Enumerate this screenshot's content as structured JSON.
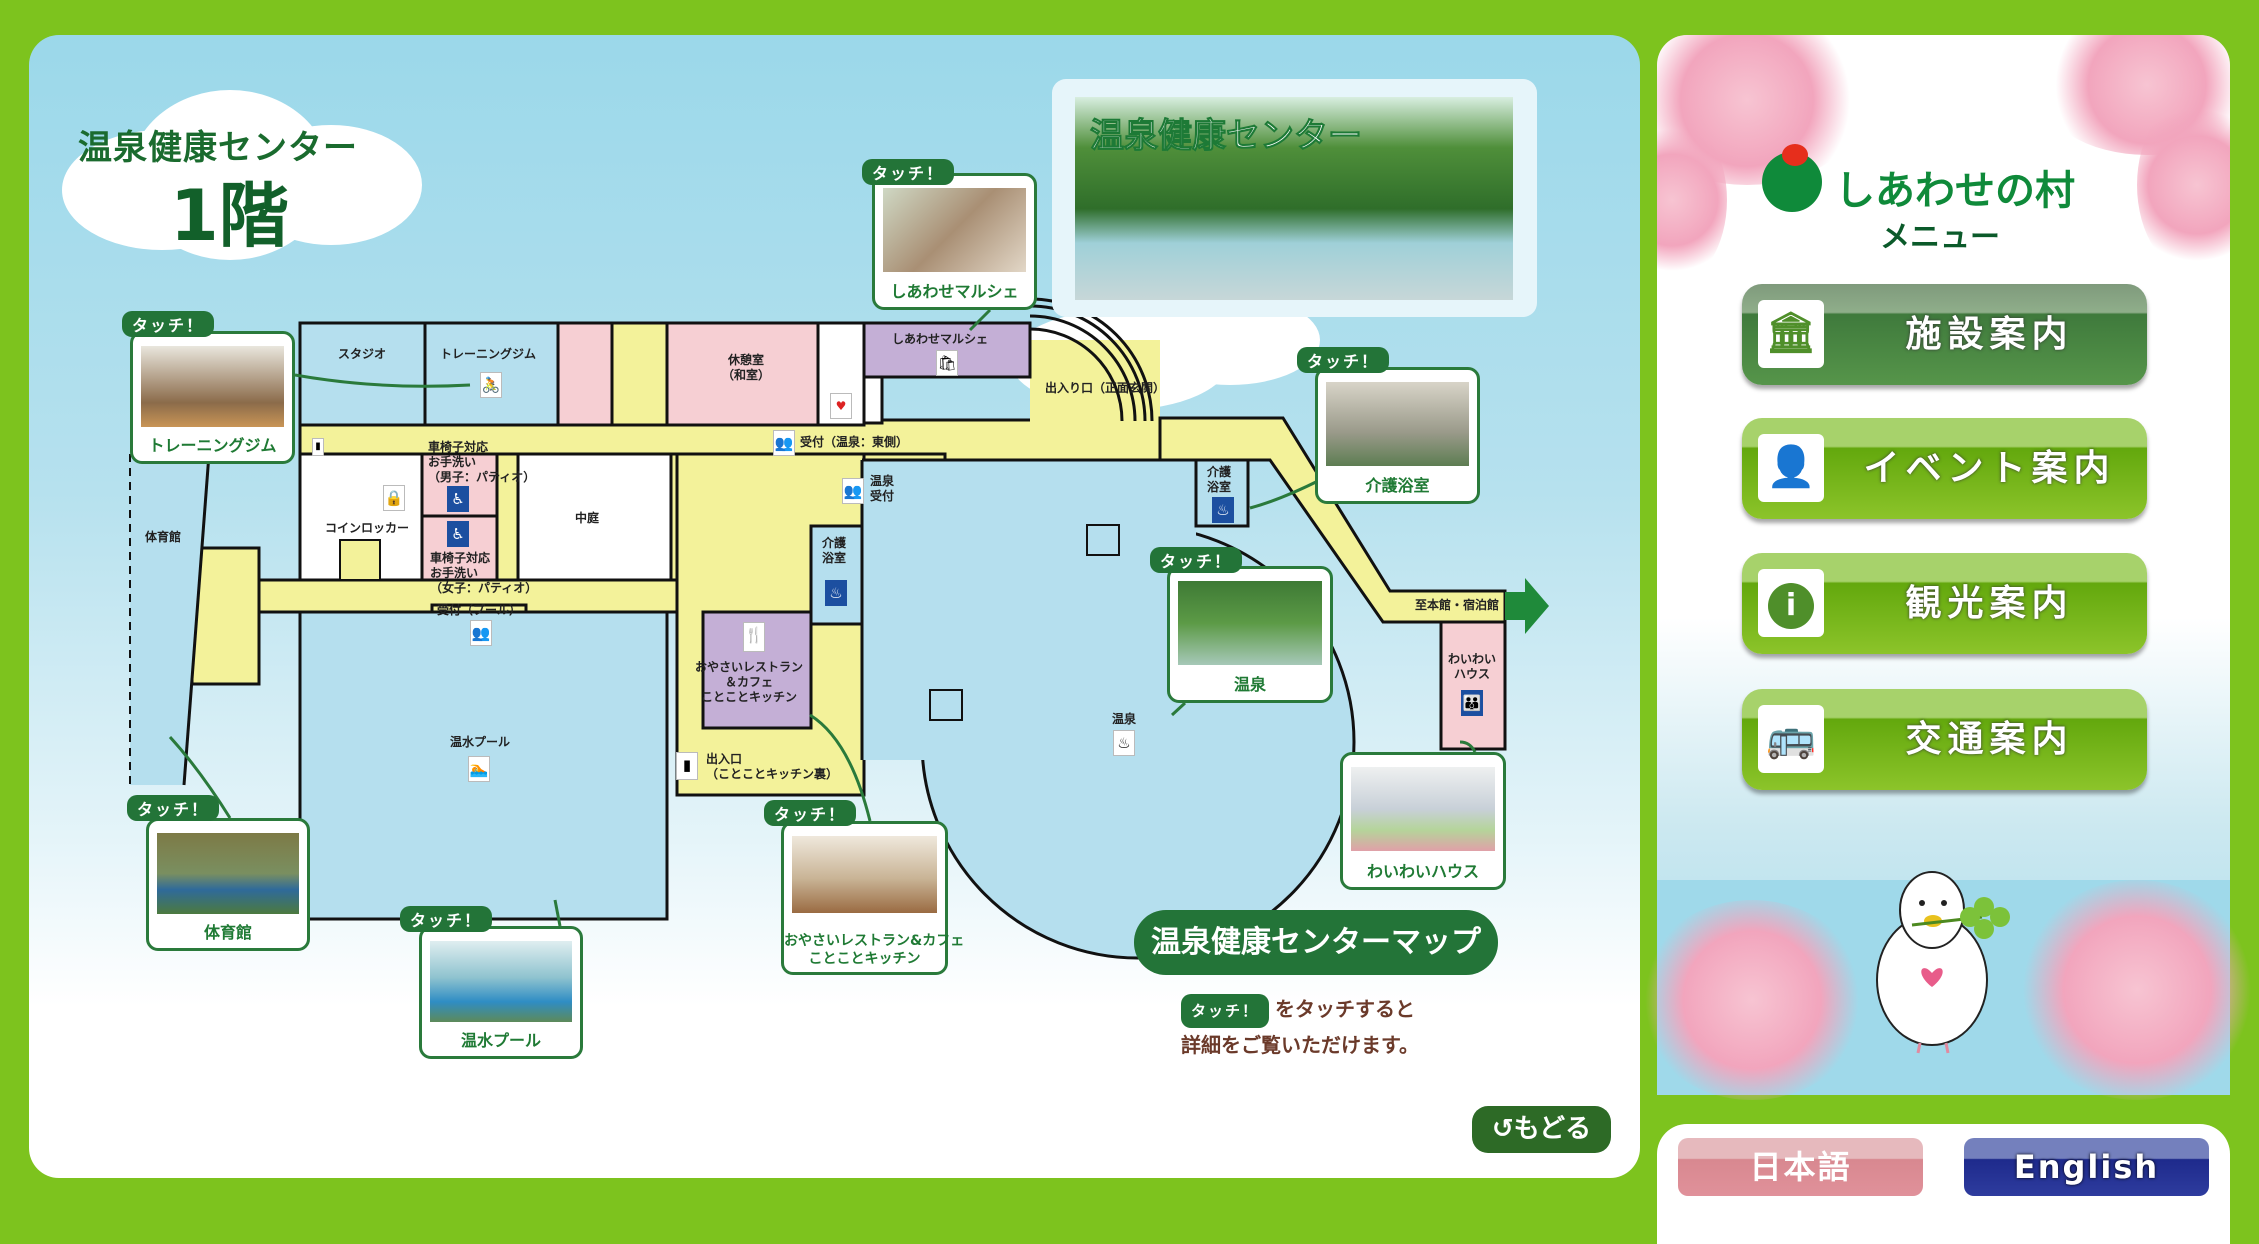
{
  "title": {
    "facility": "温泉健康センター",
    "floor": "1階"
  },
  "hero": {
    "caption": "温泉健康センター"
  },
  "touch_label": "タッチ！",
  "callouts": [
    {
      "label": "トレーニングジム"
    },
    {
      "label": "しあわせマルシェ"
    },
    {
      "label": "介護浴室"
    },
    {
      "label": "温泉"
    },
    {
      "label": "わいわいハウス"
    },
    {
      "label": "体育館"
    },
    {
      "label": "温水プール"
    },
    {
      "label": "おやさいレストラン&カフェ",
      "label2": "ことことキッチン"
    }
  ],
  "rooms": {
    "studio": "スタジオ",
    "gym": "トレーニングジム",
    "rest_room": "休憩室",
    "rest_room_sub": "（和室）",
    "marche": "しあわせマルシェ",
    "main_entrance": "出入り口（正面玄関）",
    "onsen_east_reception": "受付（温泉：東側）",
    "onsen_reception_1": "温泉",
    "onsen_reception_2": "受付",
    "wc_men_1": "車椅子対応",
    "wc_men_2": "お手洗い",
    "wc_men_3": "（男子：パティオ）",
    "coin_locker": "コインロッカー",
    "courtyard": "中庭",
    "wc_women_1": "車椅子対応",
    "wc_women_2": "お手洗い",
    "wc_women_3": "（女子：パティオ）",
    "pool_reception": "受付（プール）",
    "gymnasium": "体育館",
    "pool": "温水プール",
    "restaurant_1": "おやさいレストラン",
    "restaurant_2": "＆カフェ",
    "restaurant_3": "ことことキッチン",
    "care_bath_1": "介護",
    "care_bath_2": "浴室",
    "kitchen_exit_1": "出入口",
    "kitchen_exit_2": "（ことことキッチン裏）",
    "onsen": "温泉",
    "to_main": "至本館・宿泊館",
    "waiwai_1": "わいわい",
    "waiwai_2": "ハウス"
  },
  "map_title": "温泉健康センターマップ",
  "instructions": {
    "badge": "タッチ！",
    "line1": "をタッチすると",
    "line2": "詳細をご覧いただけます。"
  },
  "back_label": "もどる",
  "menu": {
    "logo_text": "しあわせの村",
    "heading": "メニュー",
    "items": [
      {
        "label": "施設案内",
        "icon": "building-icon"
      },
      {
        "label": "イベント案内",
        "icon": "reader-icon"
      },
      {
        "label": "観光案内",
        "icon": "info-icon"
      },
      {
        "label": "交通案内",
        "icon": "bus-icon"
      }
    ]
  },
  "languages": {
    "ja": "日本語",
    "en": "English"
  },
  "colors": {
    "background": "#7dc31e",
    "accent_green": "#237438",
    "corridor": "#f3f29a",
    "room_blue": "#b5dfee",
    "room_pink": "#f6cfd3",
    "room_purple": "#c4afd6"
  }
}
